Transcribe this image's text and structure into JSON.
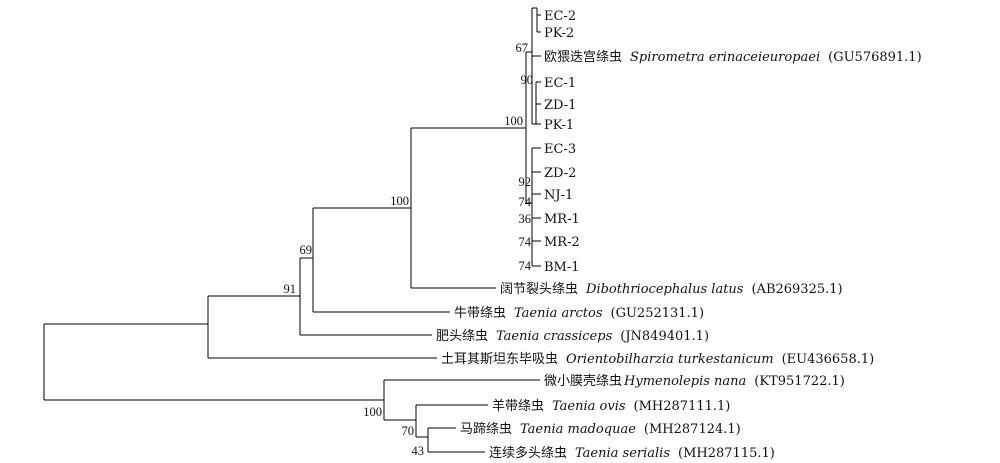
{
  "tree": {
    "tips": {
      "ec2": {
        "label": "EC-2"
      },
      "pk2": {
        "label": "PK-2"
      },
      "se": {
        "cn": "欧猥迭宫绦虫",
        "sp": "Spirometra erinaceieuropaei",
        "acc": "(GU576891.1)"
      },
      "ec1": {
        "label": "EC-1"
      },
      "zd1": {
        "label": "ZD-1"
      },
      "pk1": {
        "label": "PK-1"
      },
      "ec3": {
        "label": "EC-3"
      },
      "zd2": {
        "label": "ZD-2"
      },
      "nj1": {
        "label": "NJ-1"
      },
      "mr1": {
        "label": "MR-1"
      },
      "mr2": {
        "label": "MR-2"
      },
      "bm1": {
        "label": "BM-1"
      },
      "dl": {
        "cn": "阔节裂头绦虫",
        "sp": "Dibothriocephalus latus",
        "acc": "(AB269325.1)"
      },
      "ta": {
        "cn": "牛带绦虫",
        "sp": "Taenia arctos",
        "acc": "(GU252131.1)"
      },
      "tc": {
        "cn": "肥头绦虫",
        "sp": "Taenia crassiceps",
        "acc": "(JN849401.1)"
      },
      "ot": {
        "cn": "土耳其斯坦东毕吸虫",
        "sp": "Orientobilharzia turkestanicum",
        "acc": "(EU436658.1)"
      },
      "hn": {
        "cn": "微小膜壳绦虫",
        "sp": "Hymenolepis nana",
        "acc": "(KT951722.1)"
      },
      "tov": {
        "cn": "羊带绦虫",
        "sp": "Taenia ovis",
        "acc": "(MH287111.1)"
      },
      "tm": {
        "cn": "马蹄绦虫",
        "sp": "Taenia madoquae",
        "acc": "(MH287124.1)"
      },
      "ts": {
        "cn": "连续多头绦虫",
        "sp": "Taenia serialis",
        "acc": "(MH287115.1)"
      }
    },
    "bootstrap": {
      "n67": "67",
      "n90": "90",
      "n100a": "100",
      "n92": "92",
      "n74a": "74",
      "n36": "36",
      "n74b": "74",
      "n74c": "74",
      "n100b": "100",
      "n69": "69",
      "n91": "91",
      "n100c": "100",
      "n70": "70",
      "n43": "43"
    }
  }
}
